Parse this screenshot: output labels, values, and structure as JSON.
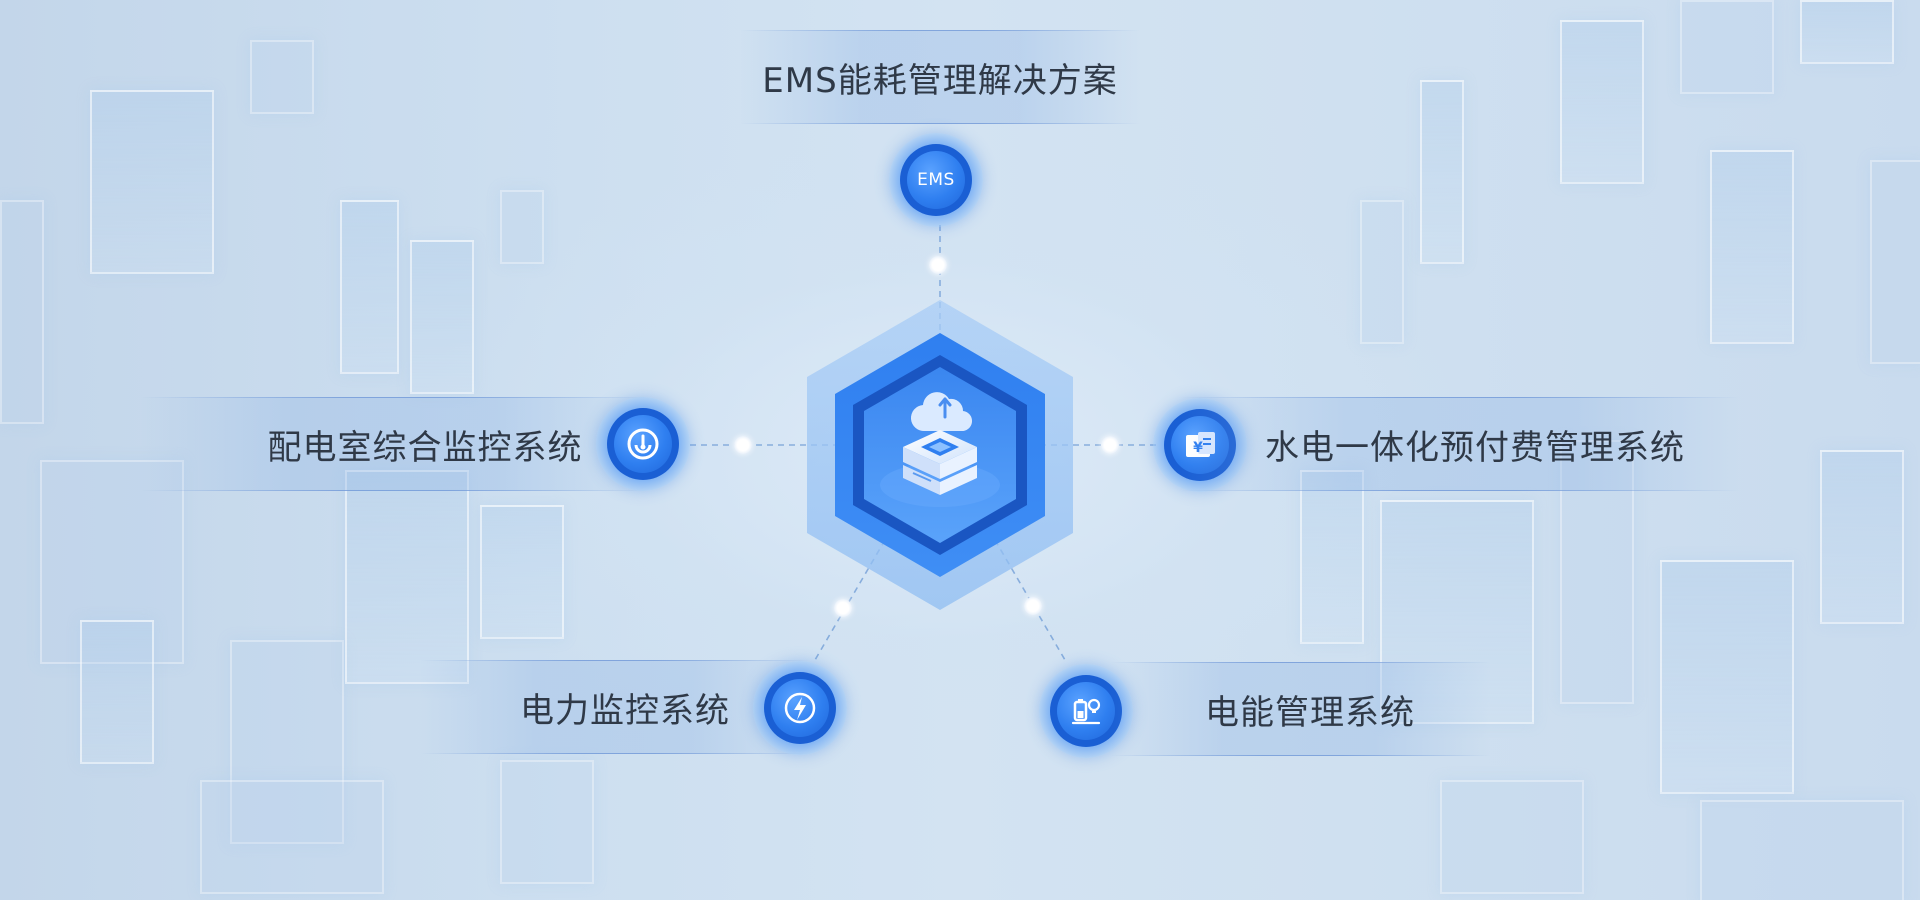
{
  "title": "EMS能耗管理解决方案",
  "modules": [
    {
      "id": "ems",
      "badge": "EMS",
      "icon": "ems-badge-icon"
    },
    {
      "id": "power-room",
      "label": "配电室综合监控系统",
      "icon": "monitor-target-icon"
    },
    {
      "id": "prepay",
      "label": "水电一体化预付费管理系统",
      "icon": "yen-card-icon"
    },
    {
      "id": "power-monitor",
      "label": "电力监控系统",
      "icon": "lightning-icon"
    },
    {
      "id": "energy-mgmt",
      "label": "电能管理系统",
      "icon": "battery-bulb-icon"
    }
  ],
  "center": {
    "icon": "cloud-server-icon"
  },
  "colors": {
    "primary": "#1a5fd4",
    "accent": "#3d8bf2",
    "text": "#2f3947",
    "background": "#cddff0"
  }
}
